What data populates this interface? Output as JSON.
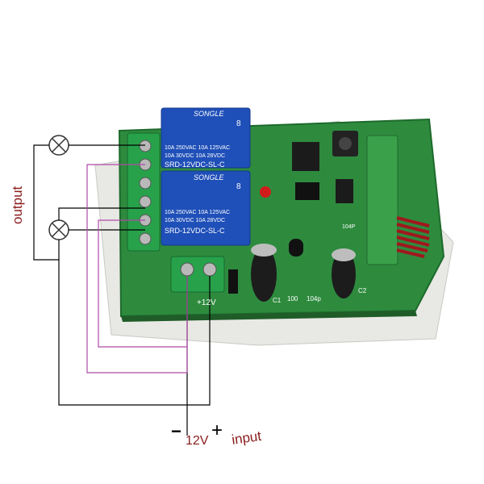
{
  "labels": {
    "output": "output",
    "input": "input",
    "voltage": "12V",
    "minus": "−",
    "plus": "+"
  },
  "relays": [
    {
      "brand": "SONGLE",
      "rating1": "10A 250VAC  10A 125VAC",
      "rating2": "10A 30VDC   10A 28VDC",
      "model": "SRD-12VDC-SL-C",
      "pin": "8"
    },
    {
      "brand": "SONGLE",
      "rating1": "10A 250VAC  10A 125VAC",
      "rating2": "10A 30VDC   10A 28VDC",
      "model": "SRD-12VDC-SL-C",
      "pin": "8"
    }
  ],
  "board": {
    "terminal_voltage": "+12V",
    "cap1": "C1",
    "cap2": "C2",
    "res100": "100",
    "cap104a": "104P",
    "cap104b": "104p"
  },
  "colors": {
    "board": "#2e8b3e",
    "relay": "#1f4fb8",
    "terminal_green": "#27a24a",
    "wire_black": "#000000",
    "wire_purple": "#b04aa8",
    "label_red": "#8a1c1c"
  }
}
